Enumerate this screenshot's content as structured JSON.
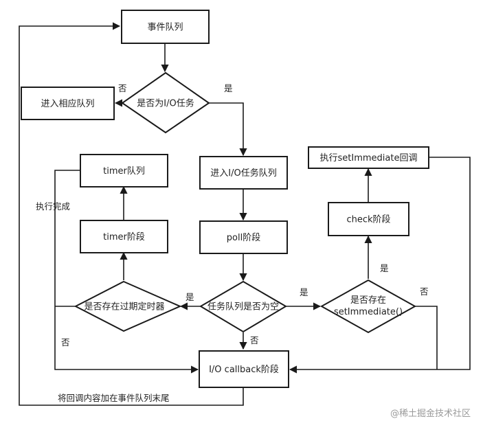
{
  "nodes": {
    "event_queue": "事件队列",
    "is_io_task": "是否为I/O任务",
    "enter_queue": "进入相应队列",
    "enter_io_queue": "进入I/O任务队列",
    "poll_phase": "poll阶段",
    "timer_queue": "timer队列",
    "timer_phase": "timer阶段",
    "expired_timer": "是否存在过期定时器",
    "queue_empty": "任务队列是否为空",
    "set_immediate_q_line1": "是否存在",
    "set_immediate_q_line2": "setImmediate()",
    "check_phase": "check阶段",
    "exec_set_immediate": "执行setImmediate回调",
    "io_callback": "I/O callback阶段"
  },
  "edge_labels": {
    "no_io": "否",
    "yes_io": "是",
    "done": "执行完成",
    "yes_timer": "是",
    "yes_empty": "是",
    "no_empty": "否",
    "no_timer": "否",
    "yes_immediate": "是",
    "no_immediate": "否",
    "push_back": "将回调内容加在事件队列末尾"
  },
  "watermark": "@稀土掘金技术社区"
}
